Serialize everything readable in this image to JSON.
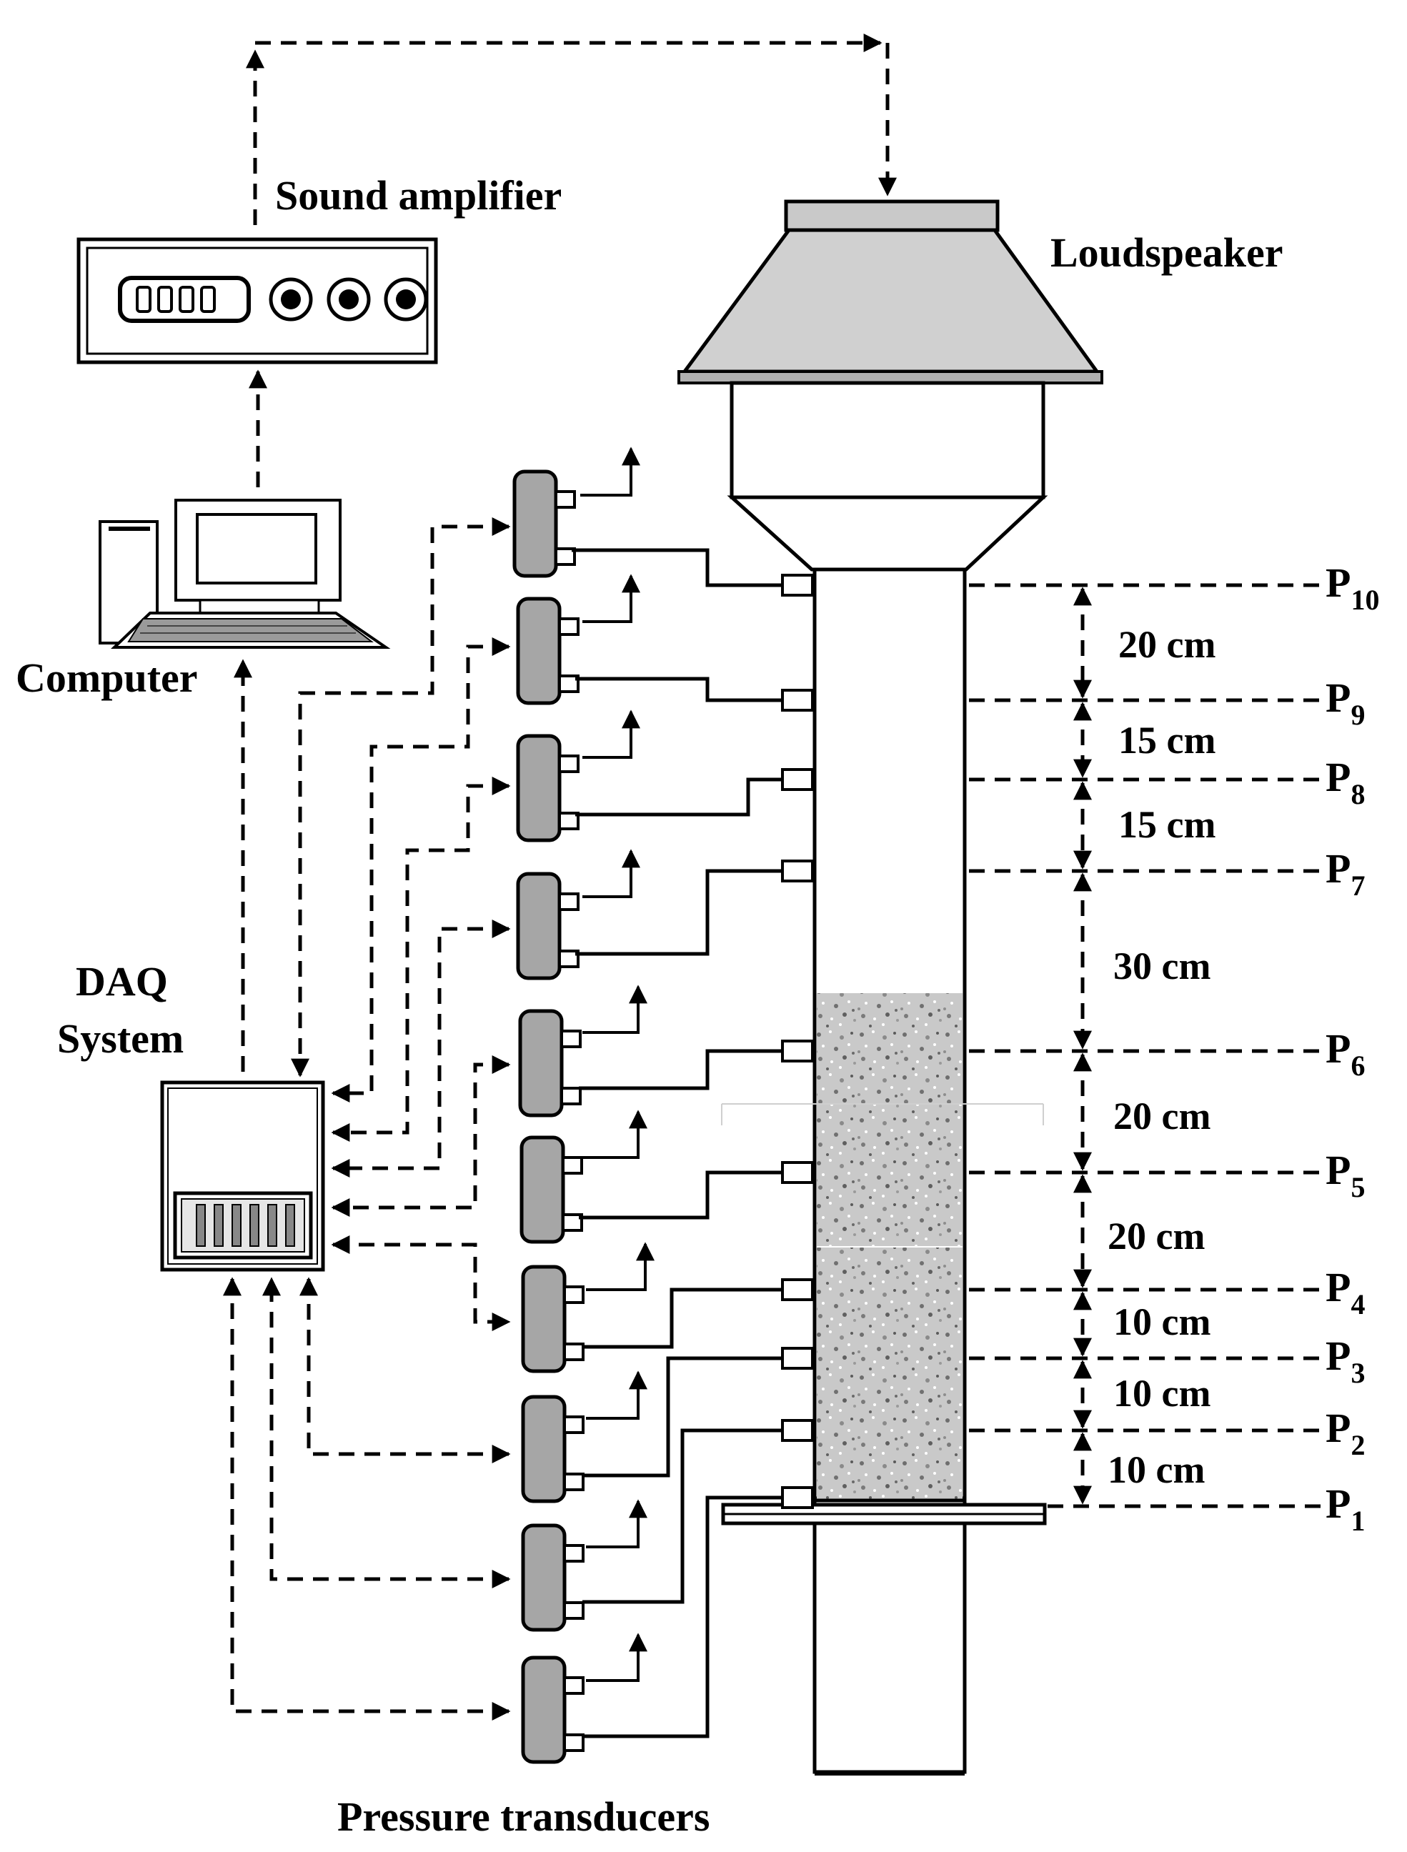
{
  "labels": {
    "sound_amplifier": "Sound amplifier",
    "loudspeaker": "Loudspeaker",
    "computer": "Computer",
    "daq_line1": "DAQ",
    "daq_line2": "System",
    "pressure_transducers": "Pressure transducers"
  },
  "ports": [
    {
      "p": "P",
      "n": "10"
    },
    {
      "p": "P",
      "n": "9"
    },
    {
      "p": "P",
      "n": "8"
    },
    {
      "p": "P",
      "n": "7"
    },
    {
      "p": "P",
      "n": "6"
    },
    {
      "p": "P",
      "n": "5"
    },
    {
      "p": "P",
      "n": "4"
    },
    {
      "p": "P",
      "n": "3"
    },
    {
      "p": "P",
      "n": "2"
    },
    {
      "p": "P",
      "n": "1"
    }
  ],
  "spacings": [
    "20 cm",
    "15 cm",
    "15 cm",
    "30 cm",
    "20 cm",
    "20 cm",
    "10 cm",
    "10 cm",
    "10 cm"
  ],
  "colors": {
    "transducer_fill": "#a6a6a6",
    "speaker_fill": "#d0d0d0",
    "bed_fill": "#b8b8b8"
  }
}
